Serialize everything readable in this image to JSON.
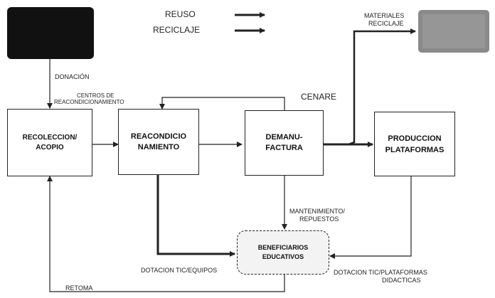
{
  "legend": {
    "reuse": "REUSO",
    "recycle": "RECICLAJE"
  },
  "boxes": {
    "recoleccion": "RECOLECCION/\nACOPIO",
    "reacondicionamiento": "REACONDICIO\nNAMIENTO",
    "demanufactura": "DEMANU-\nFACTURA",
    "produccion": "PRODUCCION\nPLATAFORMAS",
    "beneficiarios": "BENEFICIARIOS\nEDUCATIVOS"
  },
  "labels": {
    "donacion": "DONACIÓN",
    "centros_line1": "CENTROS DE",
    "centros_line2": "REACONDICIONAMIENTO",
    "cenare": "CENARE",
    "materiales_line1": "MATERIALES",
    "materiales_line2": "RECICLAJE",
    "mantenimiento_line1": "MANTENIMIENTO/",
    "mantenimiento_line2": "REPUESTOS",
    "dotacion_equipos": "DOTACION TIC/EQUIPOS",
    "dotacion_plataformas_line1": "DOTACION TIC/PLATAFORMAS",
    "dotacion_plataformas_line2": "DIDACTICAS",
    "retoma": "RETOMA"
  },
  "colors": {
    "line": "#222222",
    "source_block": "#111111",
    "recycler_block": "#8a8a8a"
  }
}
